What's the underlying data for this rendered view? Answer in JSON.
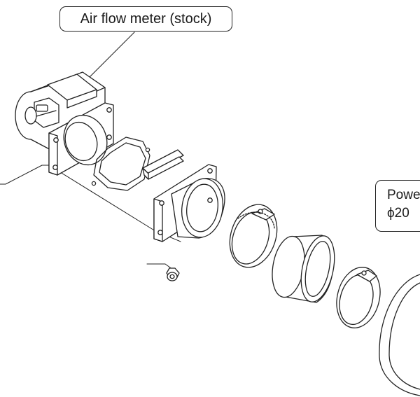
{
  "diagram": {
    "callouts": {
      "air_flow_meter": "Air flow meter (stock)",
      "power_filter_line1": "Powe",
      "power_filter_line2": "ϕ20"
    }
  },
  "colors": {
    "stroke": "#222222",
    "fill": "#ffffff",
    "background": "#ffffff"
  }
}
